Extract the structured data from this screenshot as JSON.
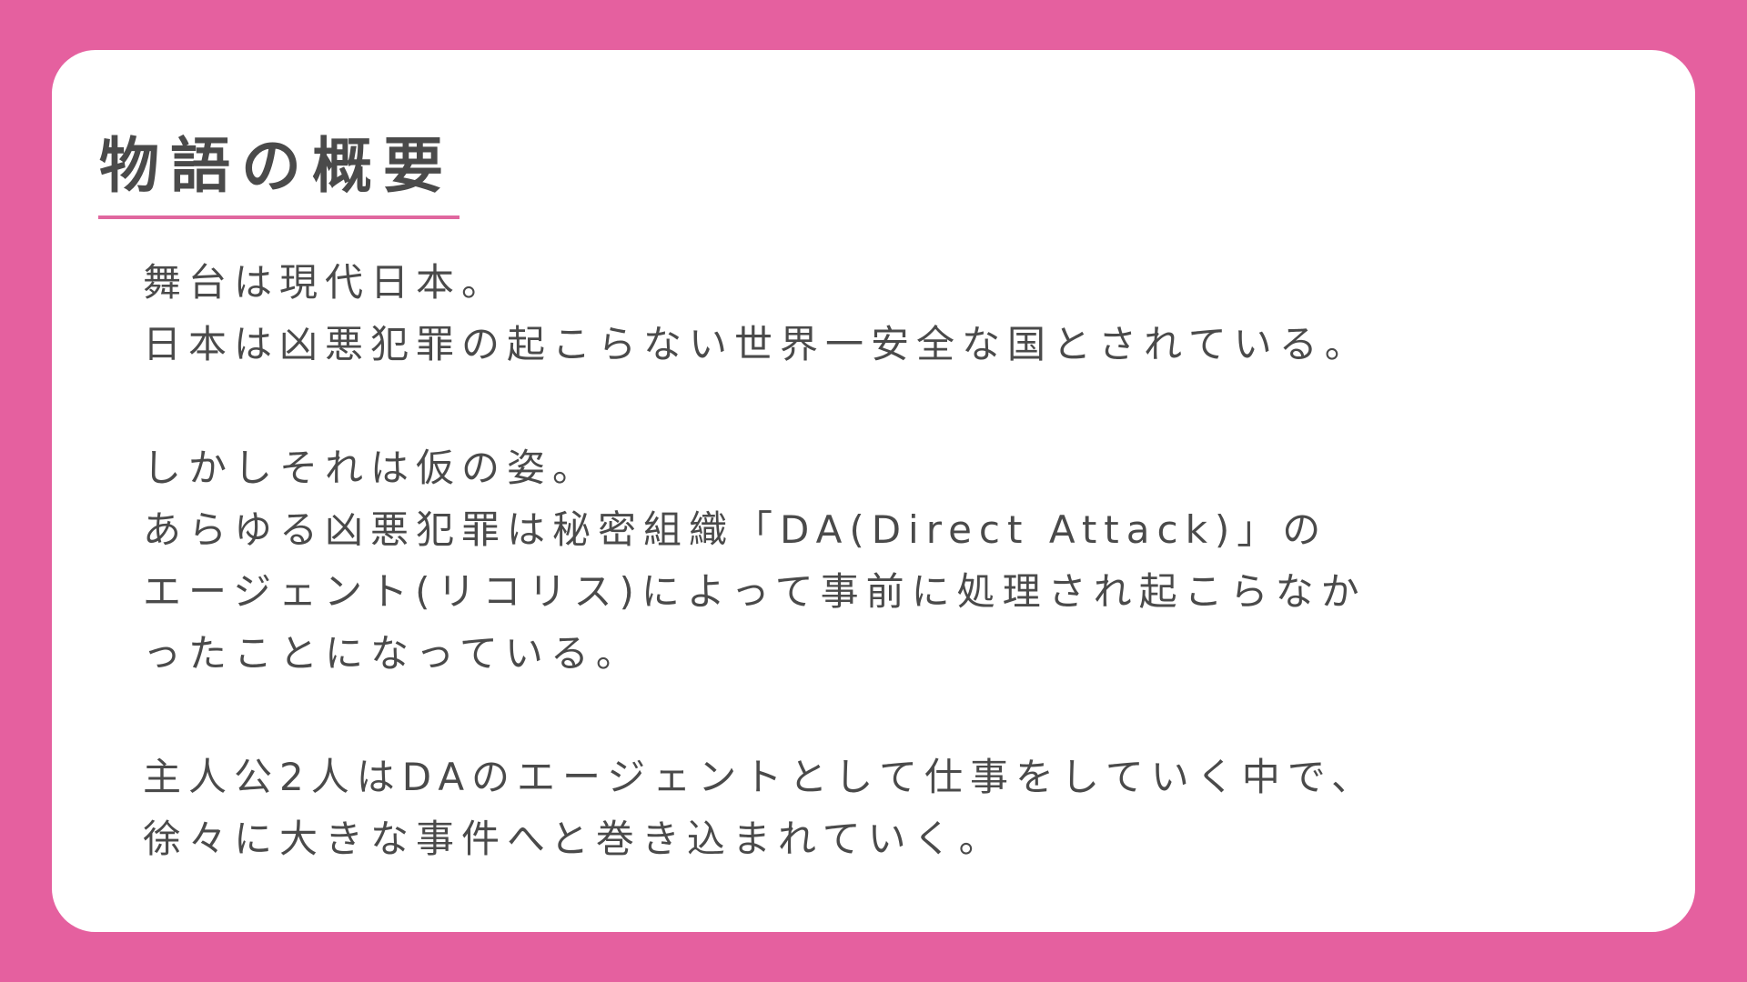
{
  "slide": {
    "title": "物語の概要",
    "colors": {
      "frame": "#e5609f",
      "card": "#ffffff",
      "text": "#4a4a4a",
      "underline": "#e0679f"
    },
    "paragraphs": [
      {
        "lines": [
          "舞台は現代日本。",
          "日本は凶悪犯罪の起こらない世界一安全な国とされている。"
        ]
      },
      {
        "lines": [
          "しかしそれは仮の姿。",
          "あらゆる凶悪犯罪は秘密組織「DA(Direct Attack)」の",
          "エージェント(リコリス)によって事前に処理され起こらなか",
          "ったことになっている。"
        ]
      },
      {
        "lines": [
          "主人公2人はDAのエージェントとして仕事をしていく中で、",
          "徐々に大きな事件へと巻き込まれていく。"
        ]
      }
    ]
  }
}
